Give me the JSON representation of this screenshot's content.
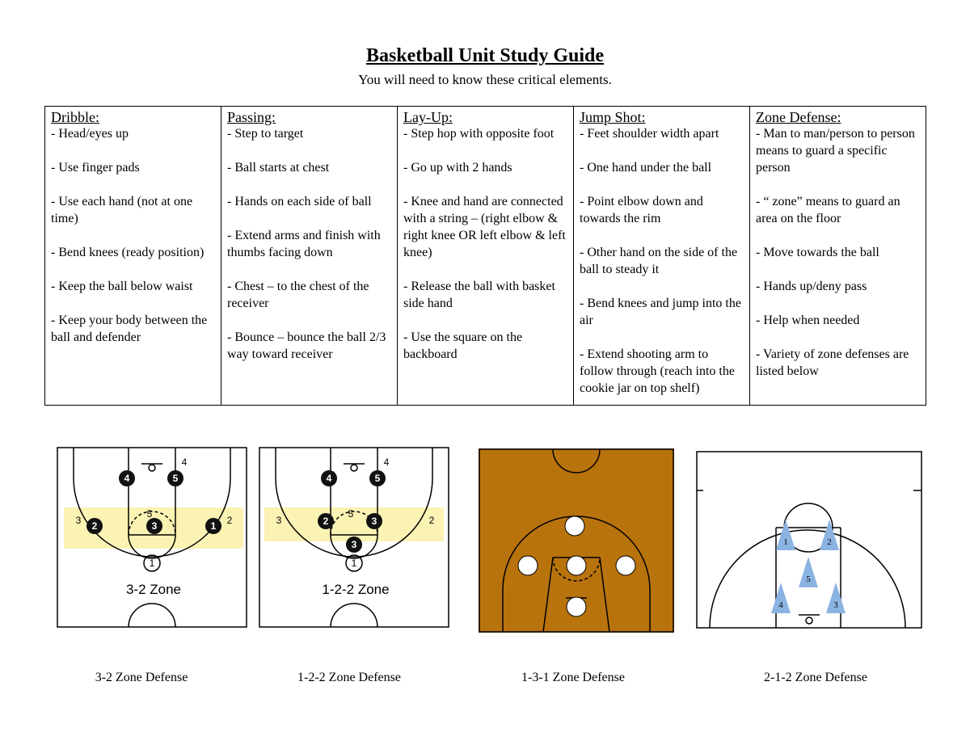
{
  "title": "Basketball Unit Study Guide",
  "subtitle": "You will need to know these critical elements.",
  "columns": [
    {
      "heading": "Dribble:",
      "items": [
        "- Head/eyes up",
        "- Use finger pads",
        "- Use each hand (not at one time)",
        "- Bend knees (ready position)",
        "- Keep the ball below waist",
        "- Keep your body between the ball and defender"
      ]
    },
    {
      "heading": "Passing:",
      "items": [
        "- Step to target",
        "- Ball starts at chest",
        "- Hands on each side of ball",
        "- Extend arms and finish with thumbs facing down",
        "- Chest – to the chest of the receiver",
        "- Bounce – bounce the ball 2/3 way toward receiver"
      ]
    },
    {
      "heading": "Lay-Up:",
      "items": [
        "- Step hop with opposite foot",
        "- Go up with 2 hands",
        "- Knee and hand are connected with a string – (right elbow & right knee OR left elbow & left knee)",
        "- Release the ball with basket side hand",
        "- Use the square on the backboard"
      ]
    },
    {
      "heading": "Jump Shot:",
      "items": [
        "- Feet shoulder width apart",
        "- One hand under the ball",
        "- Point elbow down and towards the rim",
        "- Other hand on the side of the ball to steady it",
        "- Bend knees and jump into the air",
        "- Extend shooting arm to follow through (reach into the cookie jar on top shelf)"
      ]
    },
    {
      "heading": "Zone Defense:",
      "items": [
        "- Man to man/person to person means to guard a specific person",
        "- “ zone” means to guard an area on the floor",
        "- Move towards the ball",
        "- Hands up/deny pass",
        "- Help when needed",
        "- Variety of zone defenses are listed below"
      ]
    }
  ],
  "diagrams": {
    "zone32": {
      "label": "3-2 Zone",
      "p1": "1",
      "p2": "2",
      "p3": "3",
      "p4": "4",
      "p5": "5",
      "t1": "1",
      "t2": "2",
      "t3": "3",
      "t4": "4",
      "t5": "5",
      "c1": "1"
    },
    "zone122": {
      "label": "1-2-2 Zone",
      "p2": "2",
      "p3": "3",
      "p4": "4",
      "p5": "5",
      "t2": "2",
      "t3": "3",
      "t4": "4",
      "t5": "5",
      "c1": "1"
    },
    "zone212": {
      "t1": "1",
      "t2": "2",
      "t3": "3",
      "t4": "4",
      "t5": "5"
    }
  },
  "captions": [
    "3-2 Zone Defense",
    "1-2-2 Zone Defense",
    "1-3-1 Zone Defense",
    "2-1-2 Zone Defense"
  ],
  "colors": {
    "court_wood": "#b8730d",
    "zone_highlight": "#fbf3b4",
    "triangle": "#8bb3e2"
  }
}
